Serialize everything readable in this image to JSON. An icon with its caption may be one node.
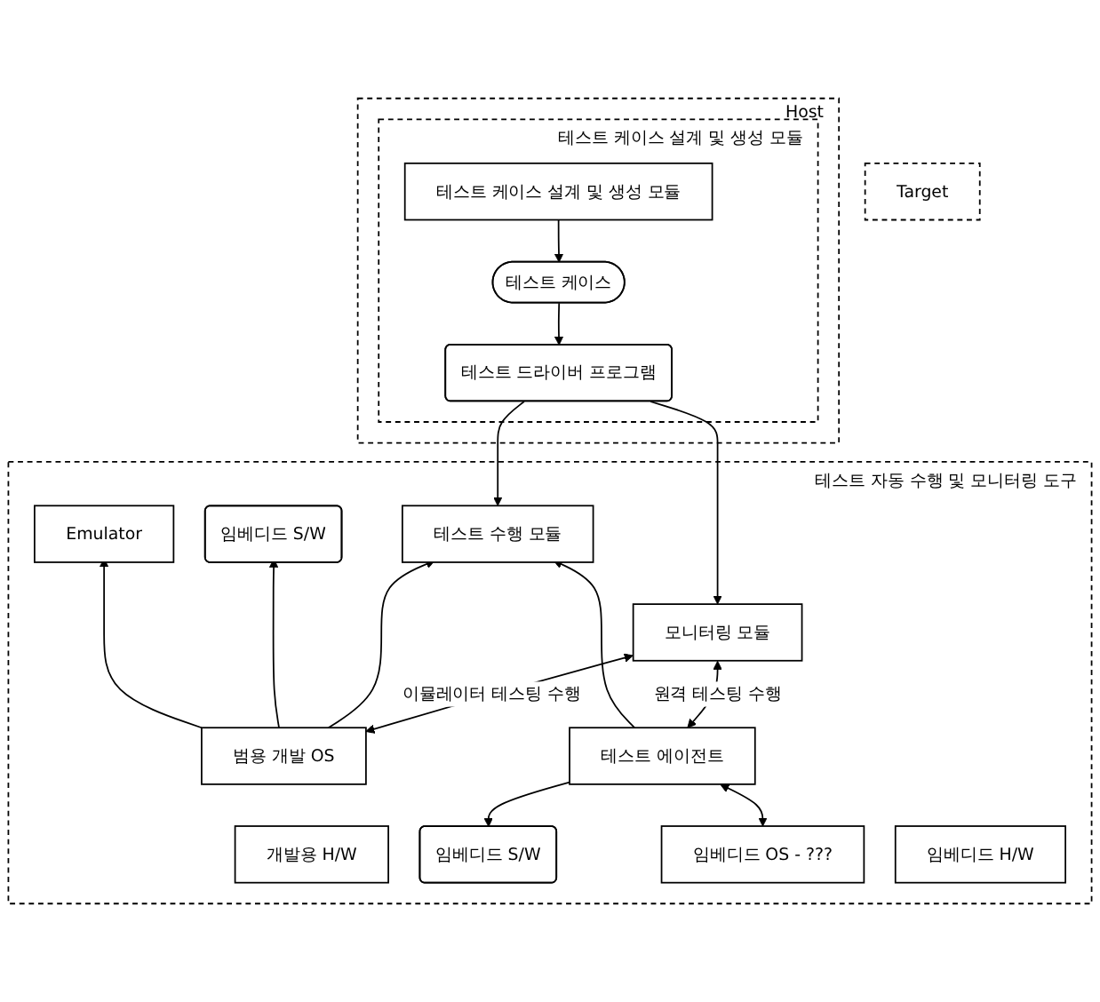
{
  "diagram": {
    "nodes": [
      {
        "text": [
          "Host"
        ]
      },
      {
        "text": [
          "테스트 케이스 설계 및 생성 모듈"
        ],
        "in": 0
      },
      {
        "text": [
          "테스트 케이스 설계 및 생성 모듈"
        ],
        "in": 1
      },
      {
        "text": [
          "테스트 케이스"
        ],
        "in": 1
      },
      {
        "text": [
          "테스트 드라이버 프로그램"
        ],
        "in": 1
      },
      {
        "text": [
          "Target"
        ]
      },
      {
        "text": [
          "테스트 자동 수행 및 모니터링 도구"
        ]
      },
      {
        "text": [
          "테스트 수행 모듈"
        ],
        "in": 6
      },
      {
        "text": [
          "모니터링 모듈"
        ],
        "in": 6
      },
      {
        "text": [
          "임베디드 S/W"
        ],
        "in": 6
      },
      {
        "text": [
          "Emulator"
        ],
        "in": 6
      },
      {
        "text": [
          "범용 개발 OS"
        ],
        "in": 6
      },
      {
        "text": [
          "개발용 H/W"
        ],
        "in": 6
      },
      {
        "text": [
          "테스트 에이전트"
        ],
        "in": 6
      },
      {
        "text": [
          "임베디드 S/W"
        ],
        "in": 6
      },
      {
        "text": [
          "임베디드 OS - ???"
        ],
        "in": 6
      },
      {
        "text": [
          "임베디드 H/W"
        ],
        "in": 6
      }
    ],
    "edges": [
      {
        "from": 2,
        "to": 3,
        "arrow": "to"
      },
      {
        "from": 3,
        "to": 4,
        "arrow": "to"
      },
      {
        "from": 4,
        "to": 7,
        "arrow": "to"
      },
      {
        "from": 4,
        "to": 8,
        "arrow": "to"
      },
      {
        "from": 8,
        "to": 11,
        "arrow": "both",
        "label": "이뮬레이터 테스팅 수행"
      },
      {
        "from": 11,
        "to": 7,
        "arrow": "to"
      },
      {
        "from": 11,
        "to": 9,
        "arrow": "to"
      },
      {
        "from": 11,
        "to": 10,
        "arrow": "to"
      },
      {
        "from": 8,
        "to": 13,
        "arrow": "both",
        "label": "원격 테스팅 수행"
      },
      {
        "from": 13,
        "to": 7,
        "arrow": "to"
      },
      {
        "from": 13,
        "to": 15,
        "arrow": "both"
      },
      {
        "from": 13,
        "to": 14,
        "arrow": "to"
      }
    ]
  }
}
